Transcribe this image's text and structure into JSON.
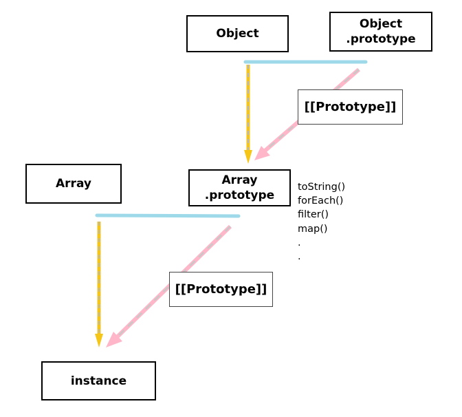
{
  "diagram": {
    "nodes": {
      "object": {
        "line1": "Object"
      },
      "object_prototype": {
        "line1": "Object",
        "line2": ".prototype"
      },
      "array": {
        "line1": "Array"
      },
      "array_prototype": {
        "line1": "Array",
        "line2": ".prototype"
      },
      "instance": {
        "line1": "instance"
      }
    },
    "edge_labels": {
      "object_proto_link": "[[Prototype]]",
      "array_proto_link": "[[Prototype]]"
    },
    "array_prototype_methods": [
      "toString()",
      "forEach()",
      "filter()",
      "map()",
      ".",
      "."
    ]
  },
  "colors": {
    "constructor_bar": "#9dd9e8",
    "constructor_arrow": "#f5c518",
    "constructor_arrow_dash": "#b8b8b8",
    "prototype_arrow": "#ffb6c8",
    "prototype_arrow_dash": "#c8c8c8"
  }
}
